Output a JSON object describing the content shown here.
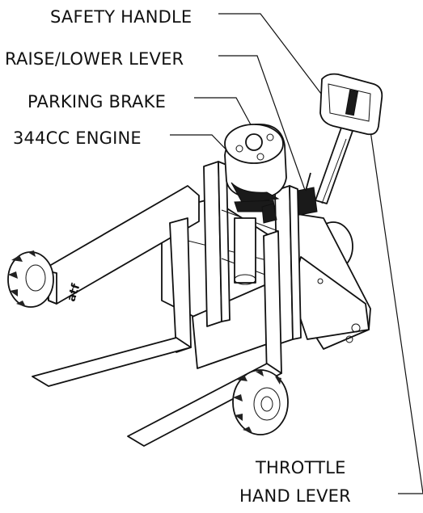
{
  "callouts": {
    "safety_handle": "SAFETY HANDLE",
    "raise_lower_lever": "RAISE/LOWER LEVER",
    "parking_brake": "PARKING BRAKE",
    "engine": "344CC ENGINE",
    "throttle_line1": "THROTTLE",
    "throttle_line2": "HAND LEVER"
  },
  "fork_marking": "atf",
  "colors": {
    "line": "#111111",
    "background": "#ffffff"
  }
}
